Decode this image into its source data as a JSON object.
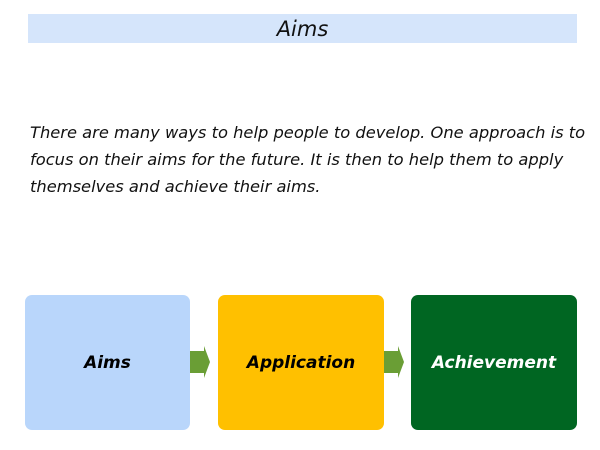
{
  "title": "Aims",
  "body": "There are many ways to help people to develop. One approach is to focus on their aims for the future. It is then to help them to apply themselves and achieve their aims.",
  "flow": [
    {
      "label": "Aims",
      "color": "#b9d6fb",
      "text_color": "#000000"
    },
    {
      "label": "Application",
      "color": "#ffc000",
      "text_color": "#000000"
    },
    {
      "label": "Achievement",
      "color": "#006622",
      "text_color": "#ffffff"
    }
  ],
  "arrow_color": "#6a9e35"
}
